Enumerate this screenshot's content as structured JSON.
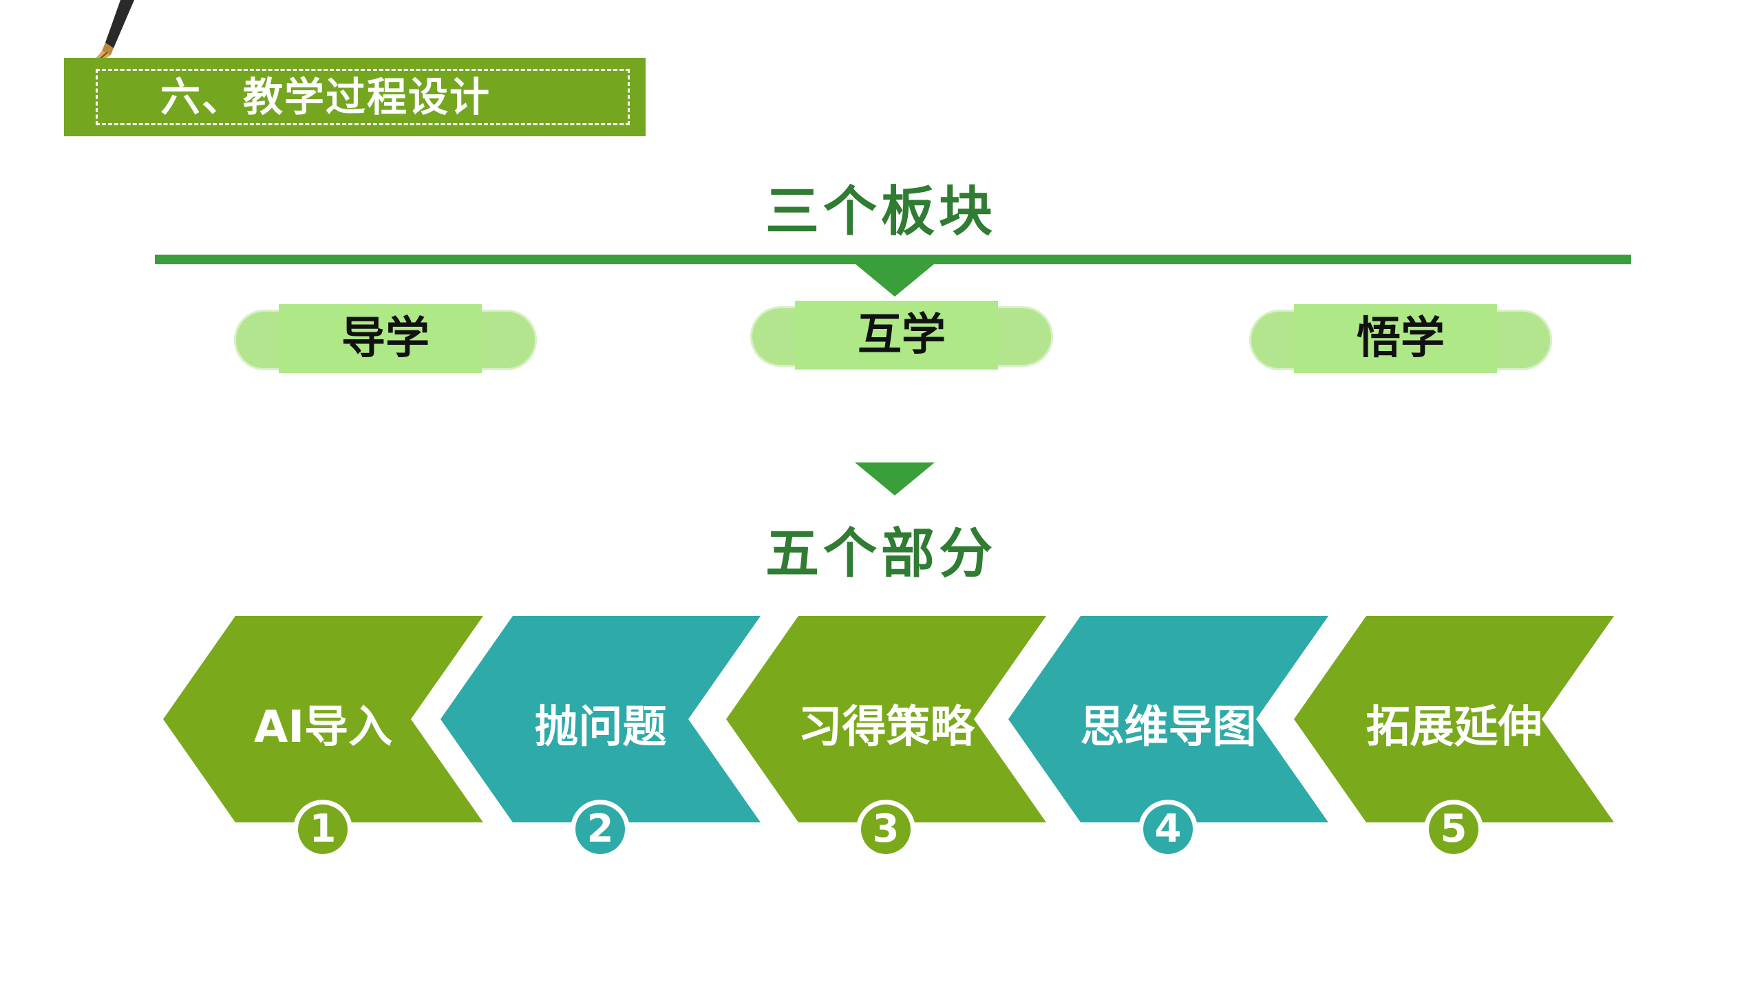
{
  "section_header": {
    "title": "六、教学过程设计",
    "icon": "fountain-pen-icon"
  },
  "modules": {
    "heading": "三个板块",
    "items": [
      {
        "label": "导学"
      },
      {
        "label": "互学"
      },
      {
        "label": "悟学"
      }
    ]
  },
  "parts": {
    "heading": "五个部分",
    "items": [
      {
        "label": "AI导入",
        "number": "1",
        "color": "#7aa91c"
      },
      {
        "label": "抛问题",
        "number": "2",
        "color": "#2eaaa8"
      },
      {
        "label": "习得策略",
        "number": "3",
        "color": "#7aa91c"
      },
      {
        "label": "思维导图",
        "number": "4",
        "color": "#2eaaa8"
      },
      {
        "label": "拓展延伸",
        "number": "5",
        "color": "#7aa91c"
      }
    ]
  },
  "colors": {
    "header_green": "#74a620",
    "heading_green": "#2f7c32",
    "divider_green": "#3a9f3a",
    "pill_green": "#aee887"
  }
}
